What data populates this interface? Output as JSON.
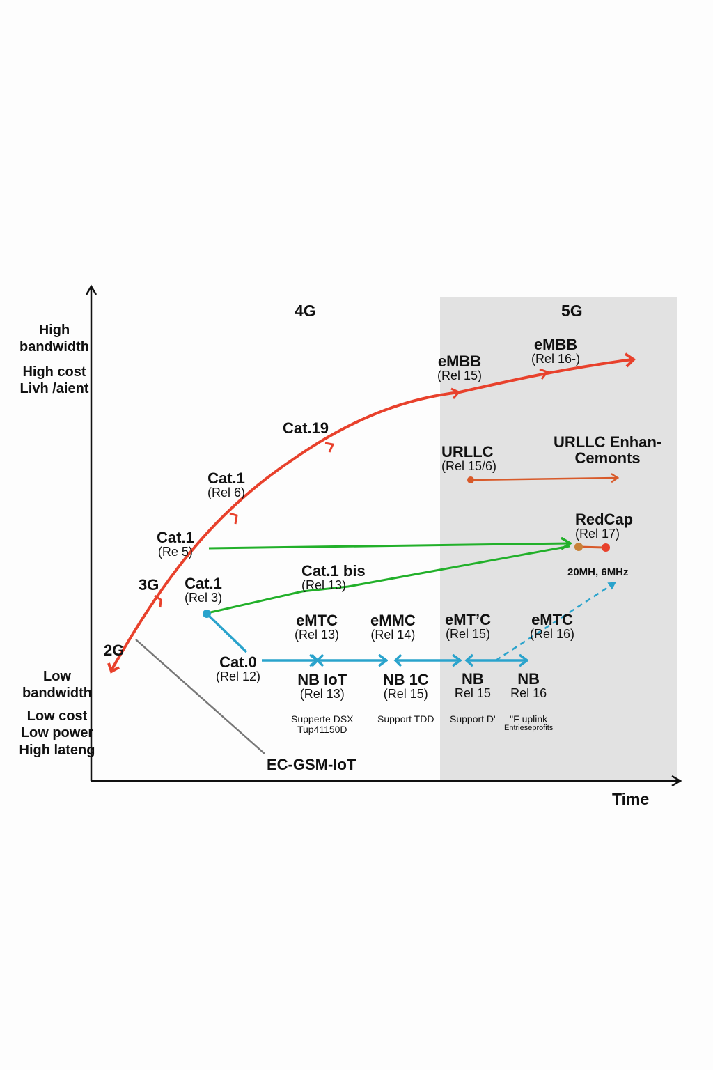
{
  "diagram": {
    "title": "",
    "eras": {
      "g4": "4G",
      "g5": "5G"
    },
    "axes": {
      "x_label": "Time",
      "y_top": [
        "High",
        "bandwidth",
        "High cost",
        "Livh /aient"
      ],
      "y_bottom": [
        "Low",
        "bandwidth",
        "Low cost",
        "Low power",
        "High lateng"
      ]
    },
    "colors": {
      "broadband": "#e8412c",
      "cat1_lines": "#22b02a",
      "lpwa": "#2aa3cc",
      "urllc": "#d85a2a",
      "redcap_dot": "#c8823a",
      "ec_gsm_line": "#777777",
      "shade_5g": "#e2e2e2",
      "axis": "#111111"
    },
    "nodes": {
      "g2": {
        "title": "2G"
      },
      "g3": {
        "title": "3G"
      },
      "cat1_rel5": {
        "title": "Cat.1",
        "sub": "(Re 5)"
      },
      "cat1_rel6": {
        "title": "Cat.1",
        "sub": "(Rel 6)"
      },
      "cat19": {
        "title": "Cat.19"
      },
      "embb15": {
        "title": "eMBB",
        "sub": "(Rel 15)"
      },
      "embb16": {
        "title": "eMBB",
        "sub": "(Rel 16-)"
      },
      "urllc": {
        "title": "URLLC",
        "sub": "(Rel 15/6)"
      },
      "urllc_enh": {
        "title": "URLLC Enhan-",
        "title2": "Cemonts"
      },
      "redcap": {
        "title": "RedCap",
        "sub": "(Rel 17)"
      },
      "redcap_bw": {
        "title": "20MH, 6MHz"
      },
      "cat1_rel3": {
        "title": "Cat.1",
        "sub": "(Rel 3)"
      },
      "cat1bis": {
        "title": "Cat.1 bis",
        "sub": "(Rel 13)"
      },
      "cat0": {
        "title": "Cat.0",
        "sub": "(Rel 12)"
      },
      "emtc13": {
        "title": "eMTC",
        "sub": "(Rel 13)"
      },
      "emmc14": {
        "title": "eMMC",
        "sub": "(Rel 14)"
      },
      "emtc15": {
        "title": "eMT’C",
        "sub": "(Rel 15)"
      },
      "emtc16": {
        "title": "eMTC",
        "sub": "(Rel 16)"
      },
      "nbiot13": {
        "title": "NB IoT",
        "sub": "(Rel 13)",
        "note": "Supperte DSX",
        "note2": "Tup41150D"
      },
      "nb1c15": {
        "title": "NB 1C",
        "sub": "(Rel 15)",
        "note": "Support TDD"
      },
      "nb15": {
        "title": "NB",
        "sub": "Rel 15",
        "note": "Support D'"
      },
      "nb16": {
        "title": "NB",
        "sub": "Rel 16",
        "note": "\"F uplink",
        "note2": "Entrieseprofits"
      },
      "ecgsm": {
        "title": "EC-GSM-IoT"
      }
    }
  },
  "chart_data": {
    "type": "timeline-diagram",
    "title": "",
    "xlabel": "Time",
    "ylabel_high": "High bandwidth / High cost / Livh /aient",
    "ylabel_low": "Low bandwidth / Low cost / Low power / High lateng",
    "regions": [
      {
        "label": "4G",
        "shaded": false
      },
      {
        "label": "5G",
        "shaded": true
      }
    ],
    "series": [
      {
        "name": "Broadband path (red)",
        "points": [
          "2G",
          "3G",
          "Cat.1 (Re 5)",
          "Cat.1 (Rel 6)",
          "Cat.19",
          "eMBB (Rel 15)",
          "eMBB (Rel 16-)"
        ]
      },
      {
        "name": "URLLC (orange)",
        "points": [
          "URLLC (Rel 15/6)",
          "URLLC Enhan-Cemonts"
        ]
      },
      {
        "name": "Cat.1 to RedCap (green)",
        "points": [
          "Cat.1 (Re 5)",
          "Cat.1 (Rel 3)",
          "Cat.1 bis (Rel 13)",
          "RedCap (Rel 17)"
        ]
      },
      {
        "name": "LPWA (blue)",
        "points": [
          "Cat.1 (Rel 3)",
          "Cat.0 (Rel 12)",
          "eMTC / NB IoT (Rel 13)",
          "eMMC (Rel 14) / NB 1C (Rel 15)",
          "eMT'C (Rel 15) / NB Rel 15",
          "eMTC (Rel 16) / NB Rel 16"
        ]
      },
      {
        "name": "EC-GSM (grey)",
        "points": [
          "2G",
          "EC-GSM-IoT"
        ]
      }
    ],
    "annotations": [
      "20MH, 6MHz",
      "Supperte DSX Tup41150D",
      "Support TDD",
      "Support D'",
      "\"F uplink Entrieseprofits"
    ]
  }
}
